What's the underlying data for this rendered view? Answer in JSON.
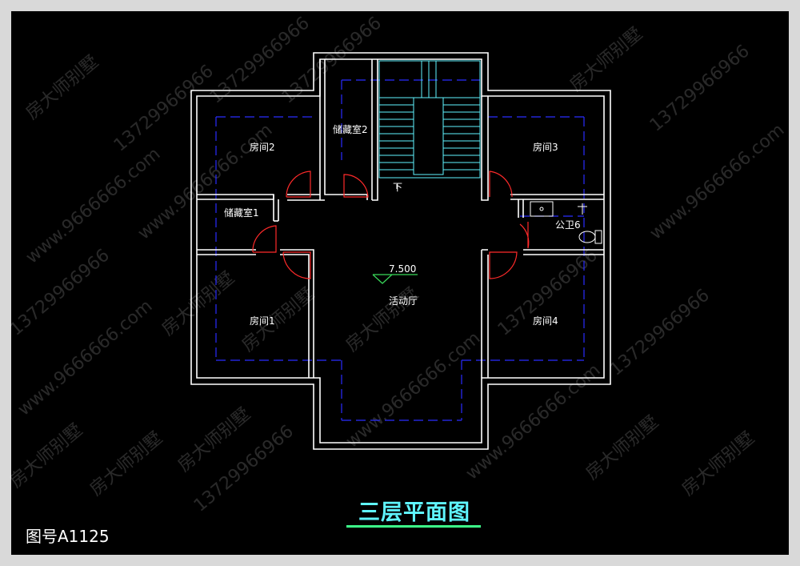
{
  "drawing": {
    "title": "三层平面图",
    "drawing_number": "图号A1125",
    "elevation": "7.500",
    "stair_mark": "下",
    "rooms": {
      "room2": "房间2",
      "storage2": "储藏室2",
      "room3": "房间3",
      "storage1": "储藏室1",
      "bath6": "公卫6",
      "room1": "房间1",
      "activity_hall": "活动厅",
      "room4": "房间4"
    },
    "watermarks": {
      "brand": "房大师别墅",
      "phone": "13729966966",
      "site": "www.9666666.com"
    }
  },
  "colors": {
    "background": "#000000",
    "frame": "#d9d9d9",
    "wall": "#ffffff",
    "axis": "#2a2cff",
    "stair": "#5ff5ff",
    "door": "#ff2a2a",
    "title": "#5ff5ff",
    "underline": "#3dff8a",
    "elevation_mark": "#39d95a"
  }
}
